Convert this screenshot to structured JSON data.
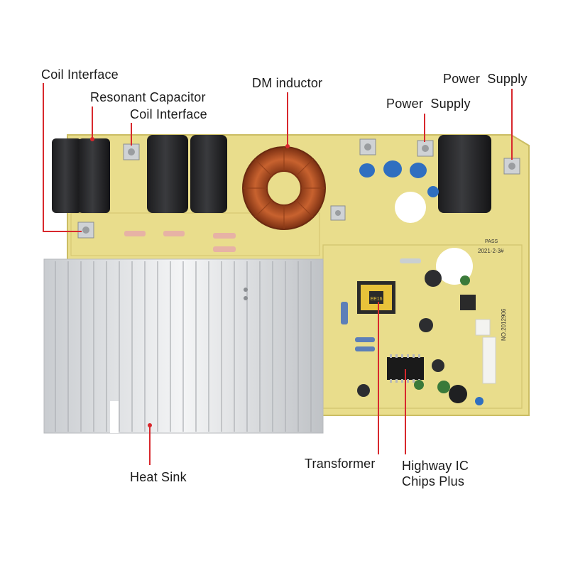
{
  "labels": {
    "coil_interface_left": "Coil Interface",
    "resonant_capacitor": "Resonant Capacitor",
    "coil_interface_mid": "Coil Interface",
    "dm_inductor": "DM inductor",
    "power_supply_mid": "Power  Supply",
    "power_supply_right": "Power  Supply",
    "heat_sink": "Heat Sink",
    "transformer": "Transformer",
    "highway_ic_line1": "Highway IC",
    "highway_ic_line2": "Chips Plus"
  },
  "board_print": {
    "date_mark": "2021-2-3#",
    "pass_mark": "PASS",
    "model_mark": "NO.2012906",
    "chip_mark": "EE16"
  },
  "colors": {
    "board": "#e9dd8c",
    "board_edge": "#cbbd63",
    "capacitor": "#2a2b2d",
    "copper": "#b4502a",
    "heatsink": "#e6e8ea",
    "callout": "#d8282d",
    "text": "#1a1a1a"
  }
}
